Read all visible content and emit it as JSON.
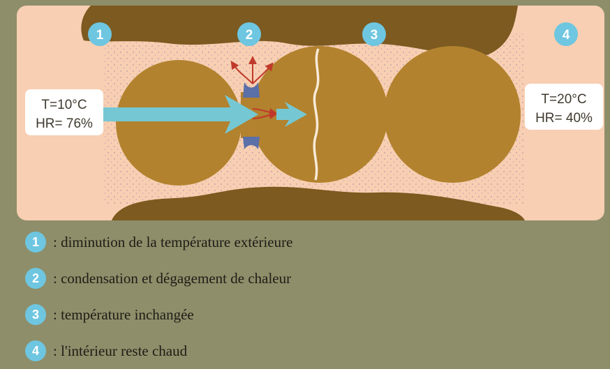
{
  "diagram": {
    "badges": [
      "1",
      "2",
      "3",
      "4"
    ],
    "outside": {
      "temperature": "T=10°C",
      "humidity": "HR= 76%"
    },
    "inside": {
      "temperature": "T=20°C",
      "humidity": "HR= 40%"
    },
    "colors": {
      "background": "#8e8e6a",
      "panel": "#f8cfb2",
      "earth": "#7c5a20",
      "grain": "#b2822e",
      "arrow": "#75c8d3",
      "badge": "#6ec6e0"
    }
  },
  "legend": [
    {
      "badge": "1",
      "text": ": diminution de la température extérieure"
    },
    {
      "badge": "2",
      "text": ": condensation et dégagement de chaleur"
    },
    {
      "badge": "3",
      "text": ": température inchangée"
    },
    {
      "badge": "4",
      "text": ": l'intérieur reste chaud"
    }
  ]
}
